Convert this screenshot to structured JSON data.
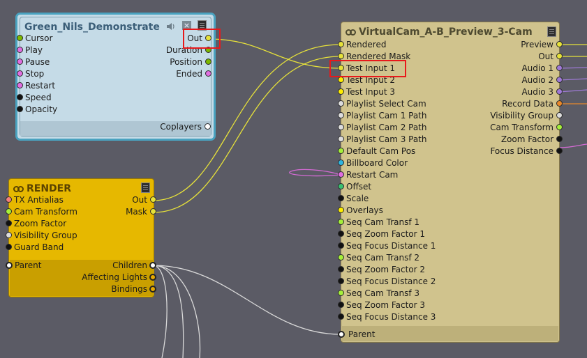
{
  "colors": {
    "background": "#5b5b65",
    "wire_yellow": "#e7e23a",
    "wire_white": "#d9d9d9",
    "wire_pink": "#d66bd6",
    "wire_purple": "#9f7ad6",
    "highlight": "#e8191b"
  },
  "green_node": {
    "title": "Green_Nils_Demonstrate",
    "icons": [
      "speaker-icon",
      "close-icon",
      "menu-icon"
    ],
    "inputs": [
      {
        "label": "Cursor",
        "color": "#7cb800"
      },
      {
        "label": "Play",
        "color": "#e06ee0"
      },
      {
        "label": "Pause",
        "color": "#e06ee0"
      },
      {
        "label": "Stop",
        "color": "#e06ee0"
      },
      {
        "label": "Restart",
        "color": "#e06ee0"
      },
      {
        "label": "Speed",
        "color": "#111111"
      },
      {
        "label": "Opacity",
        "color": "#111111"
      }
    ],
    "outputs": [
      {
        "label": "Out",
        "color": "#e6e23a"
      },
      {
        "label": "Duration",
        "color": "#7cb800"
      },
      {
        "label": "Position",
        "color": "#7cb800"
      },
      {
        "label": "Ended",
        "color": "#e06ee0"
      }
    ],
    "footer_output": {
      "label": "Coplayers",
      "color": "#ffffff"
    }
  },
  "render_node": {
    "title": "RENDER",
    "inputs": [
      {
        "label": "TX Antialias",
        "color": "#f07f7f"
      },
      {
        "label": "Cam Transform",
        "color": "#a6f03a"
      },
      {
        "label": "Zoom Factor",
        "color": "#111111"
      },
      {
        "label": "Visibility Group",
        "color": "#dddddd"
      },
      {
        "label": "Guard Band",
        "color": "#111111"
      }
    ],
    "outputs": [
      {
        "label": "Out",
        "color": "#e6e23a"
      },
      {
        "label": "Mask",
        "color": "#e6e23a"
      }
    ],
    "footer_input": {
      "label": "Parent",
      "color": "#ffffff"
    },
    "footer_outputs": [
      {
        "label": "Children",
        "color": "#ffffff"
      },
      {
        "label": "Affecting Lights",
        "color": "#e6a800"
      },
      {
        "label": "Bindings",
        "color": "#e6a800"
      }
    ]
  },
  "vcam_node": {
    "title": "VirtualCam_A-B_Preview_3-Cam",
    "inputs": [
      {
        "label": "Rendered",
        "color": "#e6e23a"
      },
      {
        "label": "Rendered Mask",
        "color": "#e6e23a"
      },
      {
        "label": "Test Input 1",
        "color": "#e6e23a"
      },
      {
        "label": "Test Input 2",
        "color": "#ffee00"
      },
      {
        "label": "Test Input 3",
        "color": "#ffee00"
      },
      {
        "label": "Playlist Select Cam",
        "color": "#dddddd"
      },
      {
        "label": "Playlist Cam 1 Path",
        "color": "#dddddd"
      },
      {
        "label": "Playlist Cam 2 Path",
        "color": "#dddddd"
      },
      {
        "label": "Playlist Cam 3 Path",
        "color": "#dddddd"
      },
      {
        "label": "Default Cam Pos",
        "color": "#a6f03a"
      },
      {
        "label": "Billboard Color",
        "color": "#2fb6e0"
      },
      {
        "label": "Restart Cam",
        "color": "#e06ee0"
      },
      {
        "label": "Offset",
        "color": "#3ac070"
      },
      {
        "label": "Scale",
        "color": "#111111"
      },
      {
        "label": "Overlays",
        "color": "#ffee00"
      },
      {
        "label": "Seq Cam Transf 1",
        "color": "#a6f03a"
      },
      {
        "label": "Seq Zoom Factor 1",
        "color": "#111111"
      },
      {
        "label": "Seq Focus Distance 1",
        "color": "#111111"
      },
      {
        "label": "Seq Cam Transf 2",
        "color": "#a6f03a"
      },
      {
        "label": "Seq Zoom Factor 2",
        "color": "#111111"
      },
      {
        "label": "Seq Focus Distance 2",
        "color": "#111111"
      },
      {
        "label": "Seq Cam Transf 3",
        "color": "#a6f03a"
      },
      {
        "label": "Seq Zoom Factor 3",
        "color": "#111111"
      },
      {
        "label": "Seq Focus Distance 3",
        "color": "#111111"
      }
    ],
    "outputs": [
      {
        "label": "Preview",
        "color": "#e6e23a"
      },
      {
        "label": "Out",
        "color": "#e6e23a"
      },
      {
        "label": "Audio 1",
        "color": "#9f7ad6"
      },
      {
        "label": "Audio 2",
        "color": "#9f7ad6"
      },
      {
        "label": "Audio 3",
        "color": "#9f7ad6"
      },
      {
        "label": "Record Data",
        "color": "#e8882a"
      },
      {
        "label": "Visibility Group",
        "color": "#dddddd"
      },
      {
        "label": "Cam Transform",
        "color": "#a6f03a"
      },
      {
        "label": "Zoom Factor",
        "color": "#111111"
      },
      {
        "label": "Focus Distance",
        "color": "#111111"
      }
    ],
    "footer_input": {
      "label": "Parent",
      "color": "#ffffff"
    }
  }
}
